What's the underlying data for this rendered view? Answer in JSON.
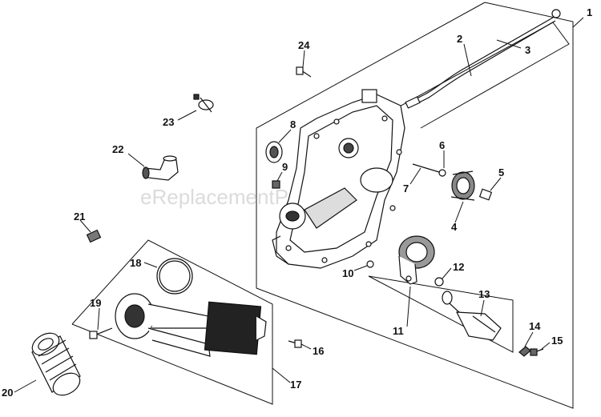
{
  "watermark": "eReplacementParts.com",
  "colors": {
    "ink": "#111111",
    "part_fill": "#ffffff",
    "shade": "#555555",
    "dark": "#222222"
  },
  "callouts": [
    {
      "id": "1",
      "label": "1"
    },
    {
      "id": "2",
      "label": "2"
    },
    {
      "id": "3",
      "label": "3"
    },
    {
      "id": "4",
      "label": "4"
    },
    {
      "id": "5",
      "label": "5"
    },
    {
      "id": "6",
      "label": "6"
    },
    {
      "id": "7",
      "label": "7"
    },
    {
      "id": "8",
      "label": "8"
    },
    {
      "id": "9",
      "label": "9"
    },
    {
      "id": "10",
      "label": "10"
    },
    {
      "id": "11",
      "label": "11"
    },
    {
      "id": "12",
      "label": "12"
    },
    {
      "id": "13",
      "label": "13"
    },
    {
      "id": "14",
      "label": "14"
    },
    {
      "id": "15",
      "label": "15"
    },
    {
      "id": "16",
      "label": "16"
    },
    {
      "id": "17",
      "label": "17"
    },
    {
      "id": "18",
      "label": "18"
    },
    {
      "id": "19",
      "label": "19"
    },
    {
      "id": "20",
      "label": "20"
    },
    {
      "id": "21",
      "label": "21"
    },
    {
      "id": "22",
      "label": "22"
    },
    {
      "id": "23",
      "label": "23"
    },
    {
      "id": "24",
      "label": "24"
    }
  ]
}
